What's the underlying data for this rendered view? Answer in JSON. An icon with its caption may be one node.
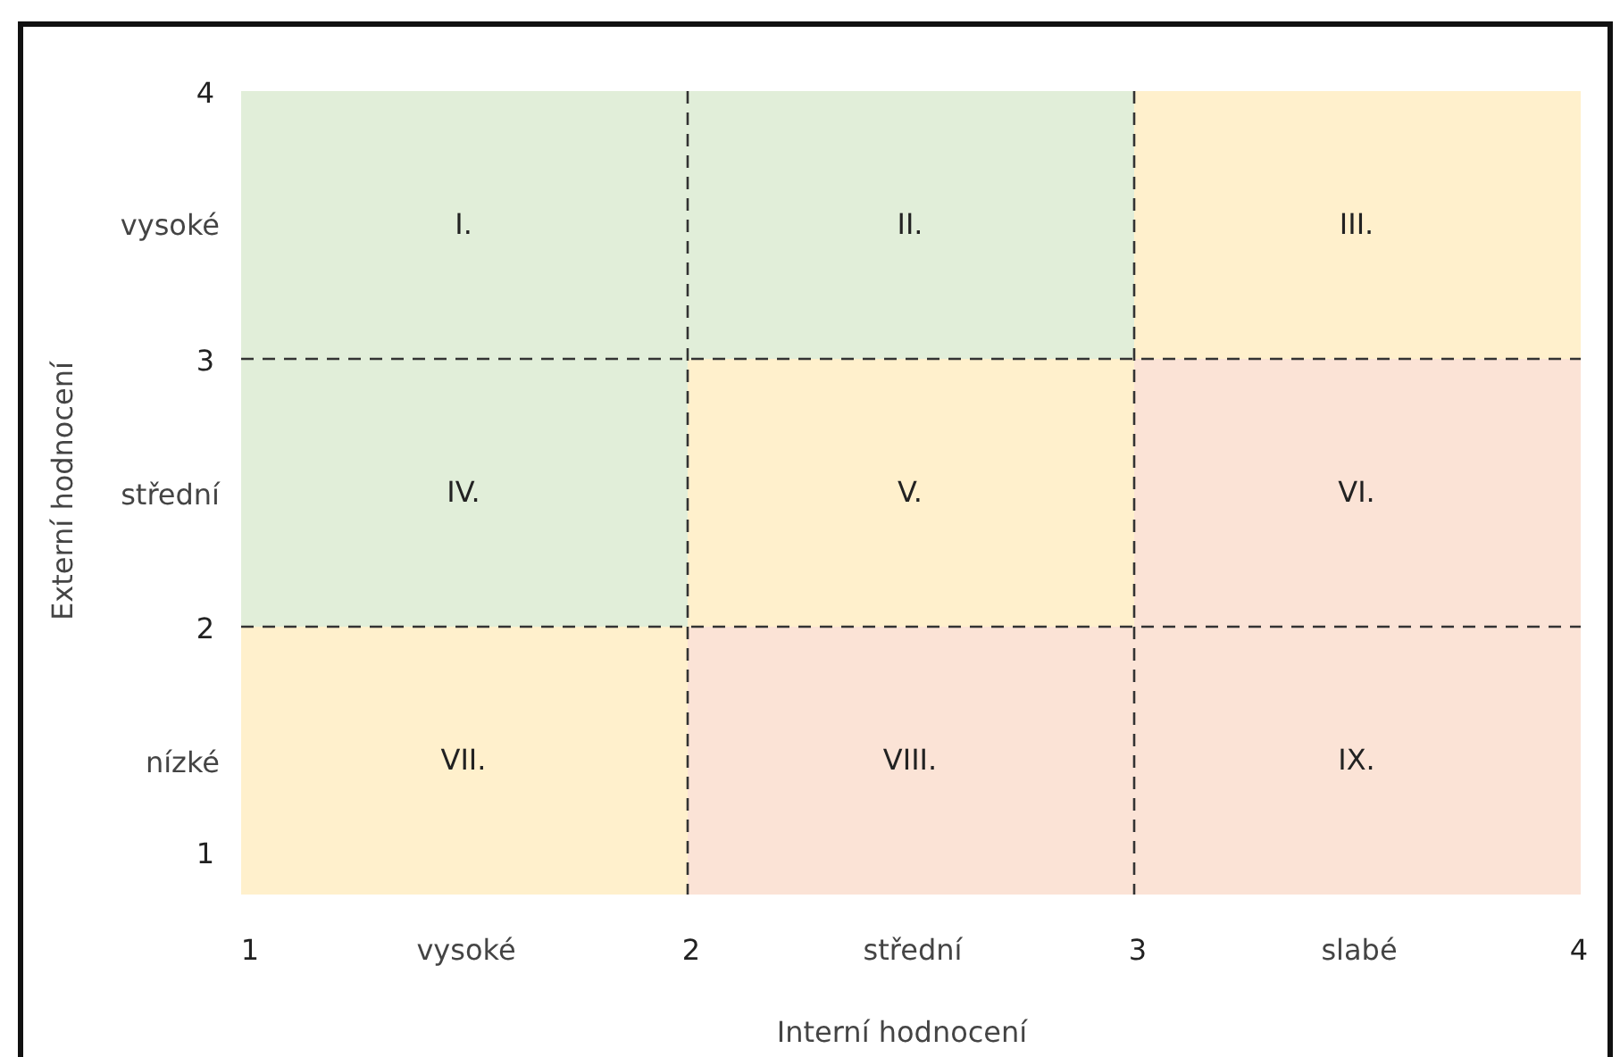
{
  "diagram": {
    "nodes": [
      {
        "text": [
          "I."
        ]
      },
      {
        "text": [
          "II."
        ]
      },
      {
        "text": [
          "III."
        ]
      },
      {
        "text": [
          "IV."
        ]
      },
      {
        "text": [
          "V."
        ]
      },
      {
        "text": [
          "VI."
        ]
      },
      {
        "text": [
          "VII."
        ]
      },
      {
        "text": [
          "VIII."
        ]
      },
      {
        "text": [
          "IX."
        ]
      }
    ],
    "labels": [
      "4",
      "vysoké",
      "3",
      "střední",
      "2",
      "nízké",
      "1",
      "Externí hodnocení",
      "1",
      "vysoké",
      "2",
      "střední",
      "3",
      "slabé",
      "4",
      "Interní hodnocení"
    ]
  }
}
